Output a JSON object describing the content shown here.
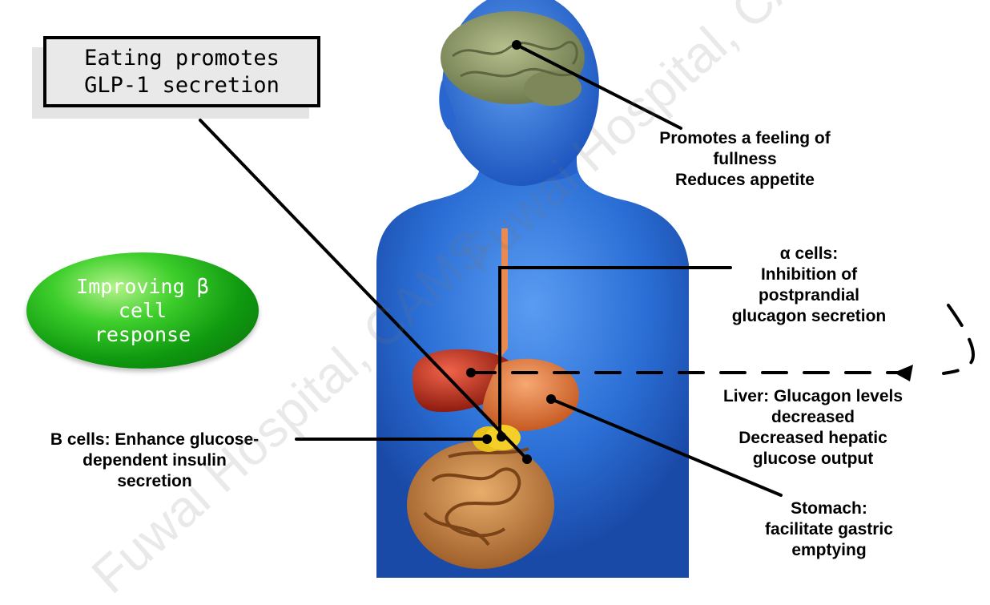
{
  "callout_box": {
    "lines": [
      "Eating promotes",
      "GLP-1 secretion"
    ]
  },
  "effect_pill": {
    "lines": [
      "Improving β",
      "cell",
      "response"
    ],
    "color": "#11a114"
  },
  "labels": {
    "brain": [
      "Promotes a feeling of",
      "fullness",
      "Reduces appetite"
    ],
    "alpha_cells": [
      "α cells:",
      "Inhibition of",
      "postprandial",
      "glucagon secretion"
    ],
    "liver": [
      "Liver: Glucagon levels",
      "decreased",
      "Decreased hepatic",
      "glucose output"
    ],
    "stomach": [
      "Stomach:",
      "facilitate gastric",
      "emptying"
    ],
    "b_cells": [
      "B cells: Enhance glucose-",
      "dependent insulin",
      "secretion"
    ]
  },
  "watermark": {
    "text": "Fuwai Hospital, CAMS"
  },
  "colors": {
    "body": "#2b6fd6",
    "liver": "#c2321e",
    "stomach": "#e07a3a",
    "brain": "#8e9a6c",
    "pancreas": "#e6c21a",
    "intestine": "#c98a4a"
  }
}
